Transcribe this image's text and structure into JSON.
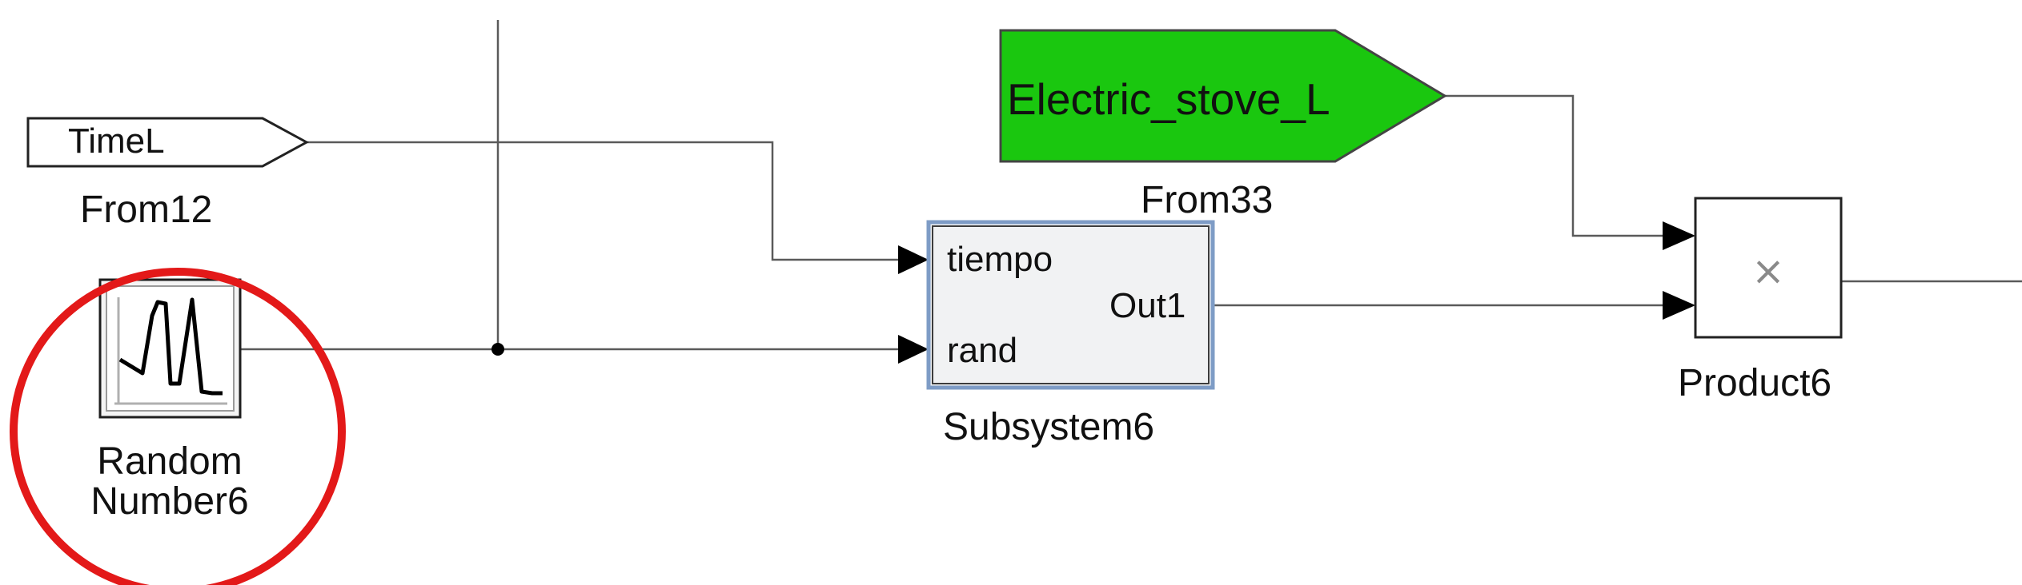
{
  "from12": {
    "tag": "TimeL",
    "name": "From12"
  },
  "from33": {
    "tag": "Electric_stove_L",
    "name": "From33",
    "fill_color": "#1ac70f"
  },
  "random_number": {
    "name_line1": "Random",
    "name_line2": "Number6",
    "highlight_color": "#e31919"
  },
  "subsystem": {
    "name": "Subsystem6",
    "input1": "tiempo",
    "input2": "rand",
    "output1": "Out1"
  },
  "product": {
    "name": "Product6",
    "icon": "multiply-icon",
    "symbol": "×"
  }
}
